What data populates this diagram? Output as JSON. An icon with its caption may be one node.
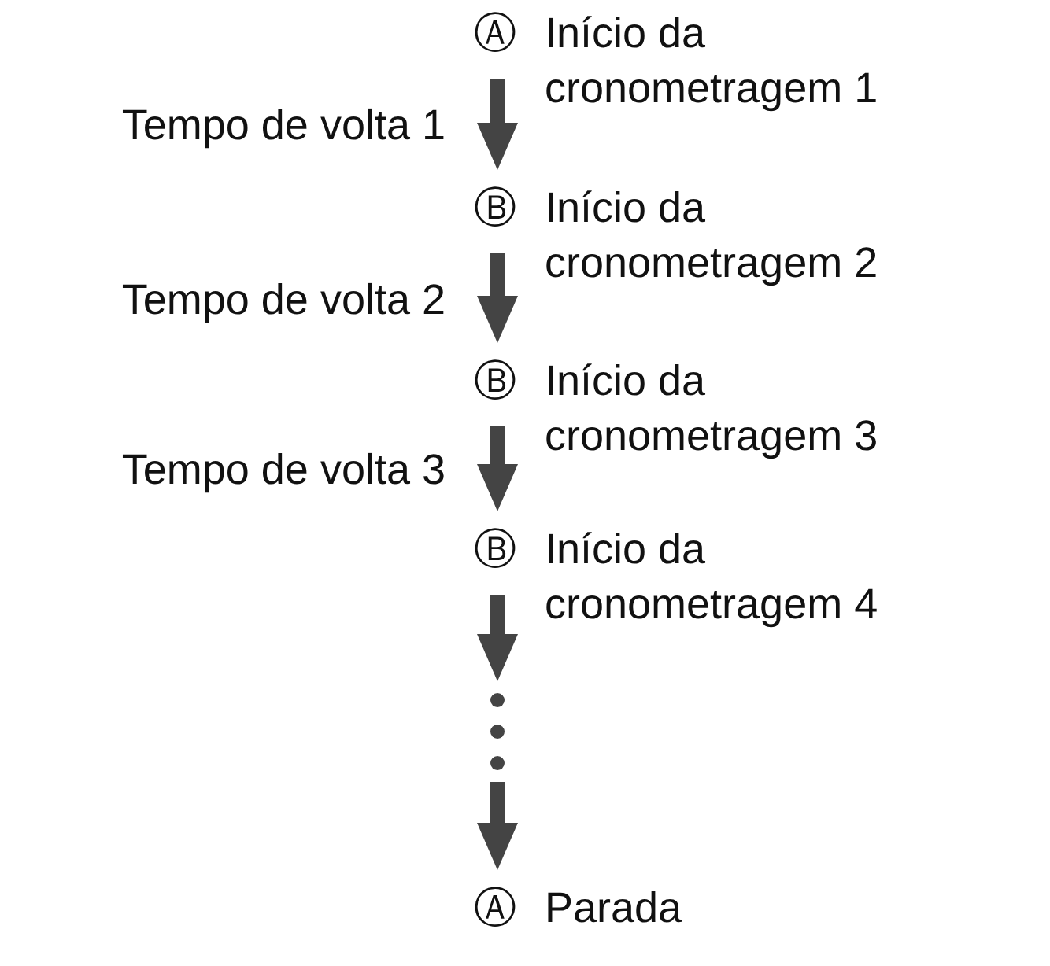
{
  "diagram": {
    "nodes": [
      {
        "text": [
          "Ⓐ",
          "Início da cronometragem 1"
        ]
      },
      {
        "text": [
          "Ⓑ",
          "Início da cronometragem 2"
        ]
      },
      {
        "text": [
          "Ⓑ",
          "Início da cronometragem 3"
        ]
      },
      {
        "text": [
          "Ⓑ",
          "Início da cronometragem 4"
        ]
      },
      {
        "text": [],
        "shape": "dots"
      },
      {
        "text": [
          "Ⓐ",
          "Parada"
        ]
      }
    ],
    "edges": [
      {
        "from": 0,
        "to": 1,
        "arrow": "to",
        "label": "Tempo de volta 1"
      },
      {
        "from": 1,
        "to": 2,
        "arrow": "to",
        "label": "Tempo de volta 2"
      },
      {
        "from": 2,
        "to": 3,
        "arrow": "to",
        "label": "Tempo de volta 3"
      },
      {
        "from": 3,
        "to": 4,
        "arrow": "to"
      },
      {
        "from": 4,
        "to": 5,
        "arrow": "to"
      }
    ]
  }
}
